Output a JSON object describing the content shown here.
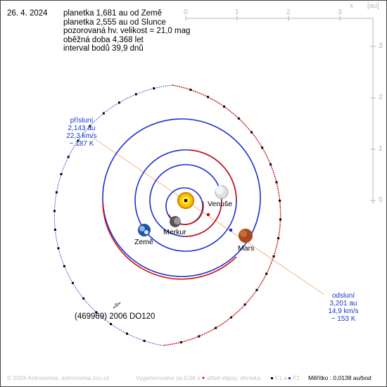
{
  "date": "26. 4. 2024",
  "info_lines": [
    "planetka 1,681 au od Země",
    "planetka 2,555 au od Slunce",
    "pozorovaná hv. velikost = 21,0 mag",
    "oběžná doba 4,368 let",
    "interval bodů 39,9 dnů"
  ],
  "perihelion": {
    "title": "přísluní",
    "distance": "2,143 au",
    "speed": "22,3 km/s",
    "temp": "~ 187 K"
  },
  "aphelion": {
    "title": "odsluní",
    "distance": "3,201 au",
    "speed": "14,9 km/s",
    "temp": "~ 153 K"
  },
  "object_name": "(469969) 2006 DO120",
  "bodies": {
    "venus": "Venuše",
    "mercury": "Merkur",
    "earth": "Země",
    "mars": "Mars"
  },
  "axes": {
    "x_label": "x",
    "unit": "[au]",
    "x_ticks": [
      "0",
      "1",
      "2",
      "3"
    ],
    "y_ticks": [
      "3",
      "2",
      "1",
      "0"
    ]
  },
  "footer": {
    "copyright": "© 2024 Astronomia, astronomia.zcu.cz",
    "generated": "Vygenerováno za 0,08 s",
    "legend_center": "střed elipsy, ohniska",
    "legend_f1": "F1 a",
    "legend_f2": "F2",
    "scale": "Měřítko : 0,0138 au/bod"
  },
  "colors": {
    "orbit_blue": "#1a2fd0",
    "orbit_red": "#cc1111",
    "label_blue": "#1a37c8",
    "axis_gray": "#b5b5b5"
  }
}
